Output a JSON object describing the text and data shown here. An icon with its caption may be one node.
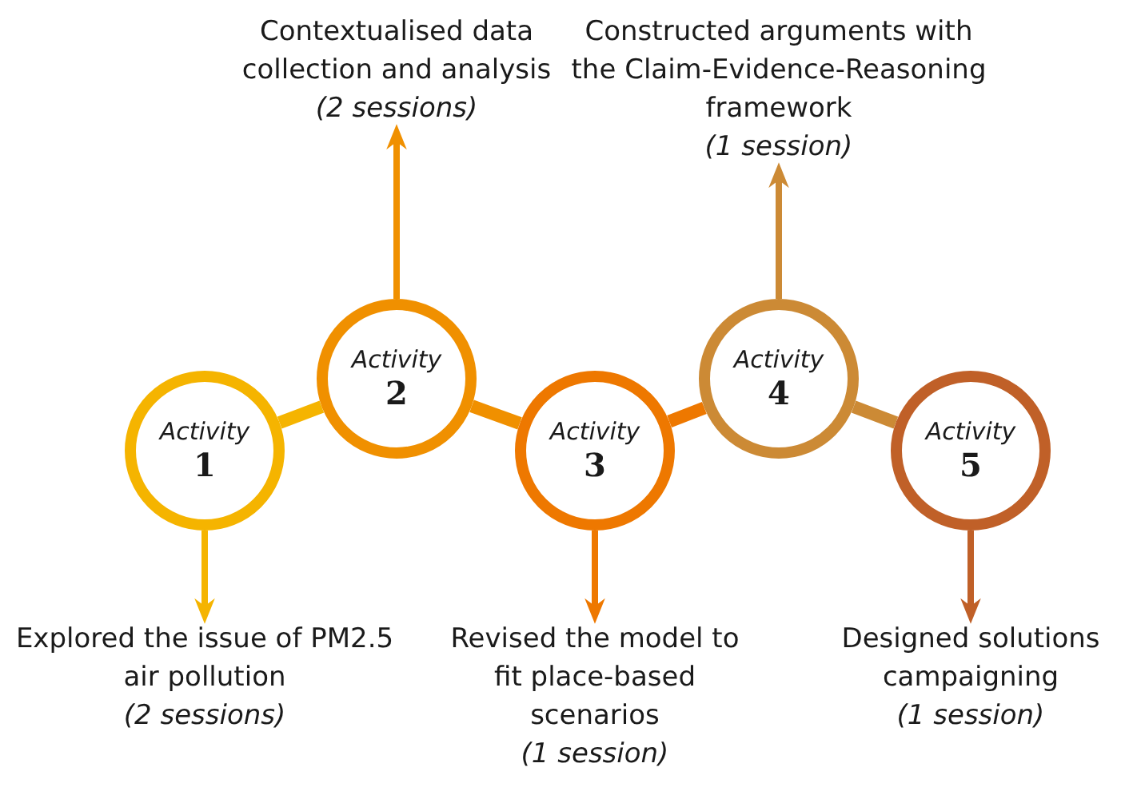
{
  "diagram": {
    "nodes": [
      {
        "text": [
          "Activity",
          "1"
        ]
      },
      {
        "text": [
          "Activity",
          "2"
        ]
      },
      {
        "text": [
          "Activity",
          "3"
        ]
      },
      {
        "text": [
          "Activity",
          "4"
        ]
      },
      {
        "text": [
          "Activity",
          "5"
        ]
      },
      {
        "text": [
          "Explored the issue of PM2.5 air pollution",
          "(2 sessions)"
        ]
      },
      {
        "text": [
          "Contextualised data collection and analysis",
          "(2 sessions)"
        ]
      },
      {
        "text": [
          "Revised the model to fit place-based scenarios",
          "(1 session)"
        ]
      },
      {
        "text": [
          "Constructed arguments with the Claim-Evidence-Reasoning framework",
          "(1 session)"
        ]
      },
      {
        "text": [
          "Designed solutions campaigning",
          "(1 session)"
        ]
      }
    ],
    "edges": [
      {
        "from": 0,
        "to": 1,
        "arrow": "none",
        "style": "thick",
        "color": "#f5b400"
      },
      {
        "from": 1,
        "to": 2,
        "arrow": "none",
        "style": "thick",
        "color": "#f09000"
      },
      {
        "from": 2,
        "to": 3,
        "arrow": "none",
        "style": "thick",
        "color": "#ee7800"
      },
      {
        "from": 3,
        "to": 4,
        "arrow": "none",
        "style": "thick",
        "color": "#cc8a35"
      },
      {
        "from": 0,
        "to": 5,
        "arrow": "to",
        "color": "#f5b400"
      },
      {
        "from": 1,
        "to": 6,
        "arrow": "to",
        "color": "#f09000"
      },
      {
        "from": 2,
        "to": 7,
        "arrow": "to",
        "color": "#ee7800"
      },
      {
        "from": 3,
        "to": 8,
        "arrow": "to",
        "color": "#cc8a35"
      },
      {
        "from": 4,
        "to": 9,
        "arrow": "to",
        "color": "#c06028"
      }
    ]
  }
}
